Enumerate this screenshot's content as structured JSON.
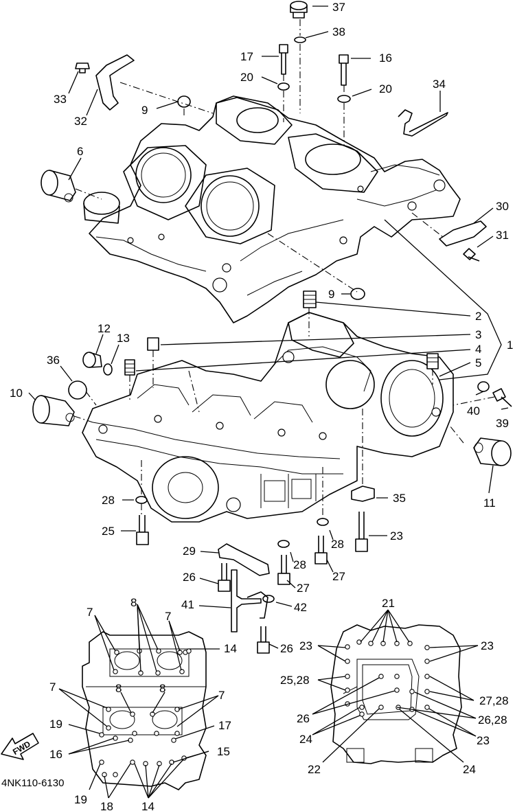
{
  "diagram_code": "4NK110-6130",
  "fwd_label": "FWD",
  "callouts": {
    "c1": "1",
    "c2": "2",
    "c3": "3",
    "c4": "4",
    "c5": "5",
    "c6": "6",
    "c7a": "7",
    "c7b": "7",
    "c7c": "7",
    "c7d": "7",
    "c8a": "8",
    "c8b": "8",
    "c8c": "8",
    "c9a": "9",
    "c9b": "9",
    "c10": "10",
    "c11": "11",
    "c12": "12",
    "c13": "13",
    "c14a": "14",
    "c14b": "14",
    "c15": "15",
    "c16a": "16",
    "c16b": "16",
    "c17a": "17",
    "c17b": "17",
    "c18": "18",
    "c19a": "19",
    "c19b": "19",
    "c20a": "20",
    "c20b": "20",
    "c21": "21",
    "c22": "22",
    "c23a": "23",
    "c23b": "23",
    "c23c": "23",
    "c23d": "23",
    "c24a": "24",
    "c24b": "24",
    "c25": "25",
    "c2528": "25,28",
    "c26a": "26",
    "c26b": "26",
    "c26c": "26",
    "c2628": "26,28",
    "c27a": "27",
    "c27b": "27",
    "c2728": "27,28",
    "c28a": "28",
    "c28b": "28",
    "c28c": "28",
    "c29": "29",
    "c30": "30",
    "c31": "31",
    "c32": "32",
    "c33": "33",
    "c34": "34",
    "c35": "35",
    "c36": "36",
    "c37": "37",
    "c38": "38",
    "c39": "39",
    "c40": "40",
    "c41": "41",
    "c42": "42"
  }
}
